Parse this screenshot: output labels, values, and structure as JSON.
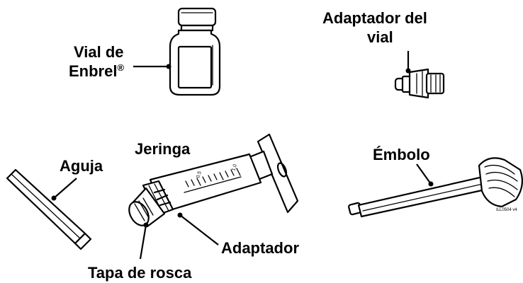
{
  "labels": {
    "vial_line1": "Vial de",
    "vial_line2": "Enbrel",
    "vial_reg": "®",
    "adapter_vial_line1": "Adaptador del",
    "adapter_vial_line2": "vial",
    "needle": "Aguja",
    "syringe": "Jeringa",
    "plunger": "Émbolo",
    "adapter": "Adaptador",
    "screw_cap": "Tapa de rosca"
  },
  "syringe_scale": {
    "mark_1": "0.5",
    "mark_2": "1.0"
  },
  "figure_code": "ILL0504 v4"
}
